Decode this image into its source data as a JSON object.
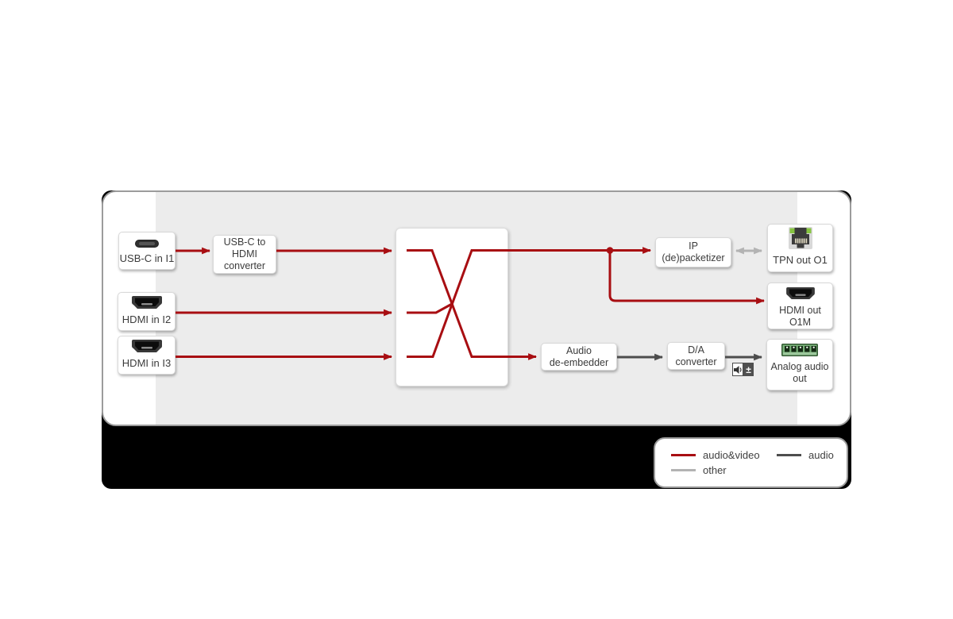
{
  "colors": {
    "audio_video": "#a80e12",
    "audio": "#4d4d4d",
    "other": "#b3b3b3",
    "panel_gray": "#ececec",
    "led_green": "#86c440",
    "terminal_green": "#79b279"
  },
  "inputs": {
    "usbc_in": {
      "label": "USB-C in I1"
    },
    "hdmi_in2": {
      "label": "HDMI in I2"
    },
    "hdmi_in3": {
      "label": "HDMI in I3"
    }
  },
  "processors": {
    "usbc_converter": {
      "line1": "USB-C to",
      "line2": "HDMI",
      "line3": "converter"
    },
    "ip_packetizer": {
      "line1": "IP",
      "line2": "(de)packetizer"
    },
    "audio_deembedder": {
      "line1": "Audio",
      "line2": "de-embedder"
    },
    "da_converter": {
      "line1": "D/A",
      "line2": "converter"
    }
  },
  "outputs": {
    "tpn_out": {
      "label": "TPN out O1"
    },
    "hdmi_out": {
      "line1": "HDMI out",
      "line2": "O1M"
    },
    "analog_out": {
      "line1": "Analog audio",
      "line2": "out"
    }
  },
  "volume_control": {
    "plus_minus": "±"
  },
  "legend": {
    "audio_video_label": "audio&video",
    "audio_label": "audio",
    "other_label": "other"
  }
}
